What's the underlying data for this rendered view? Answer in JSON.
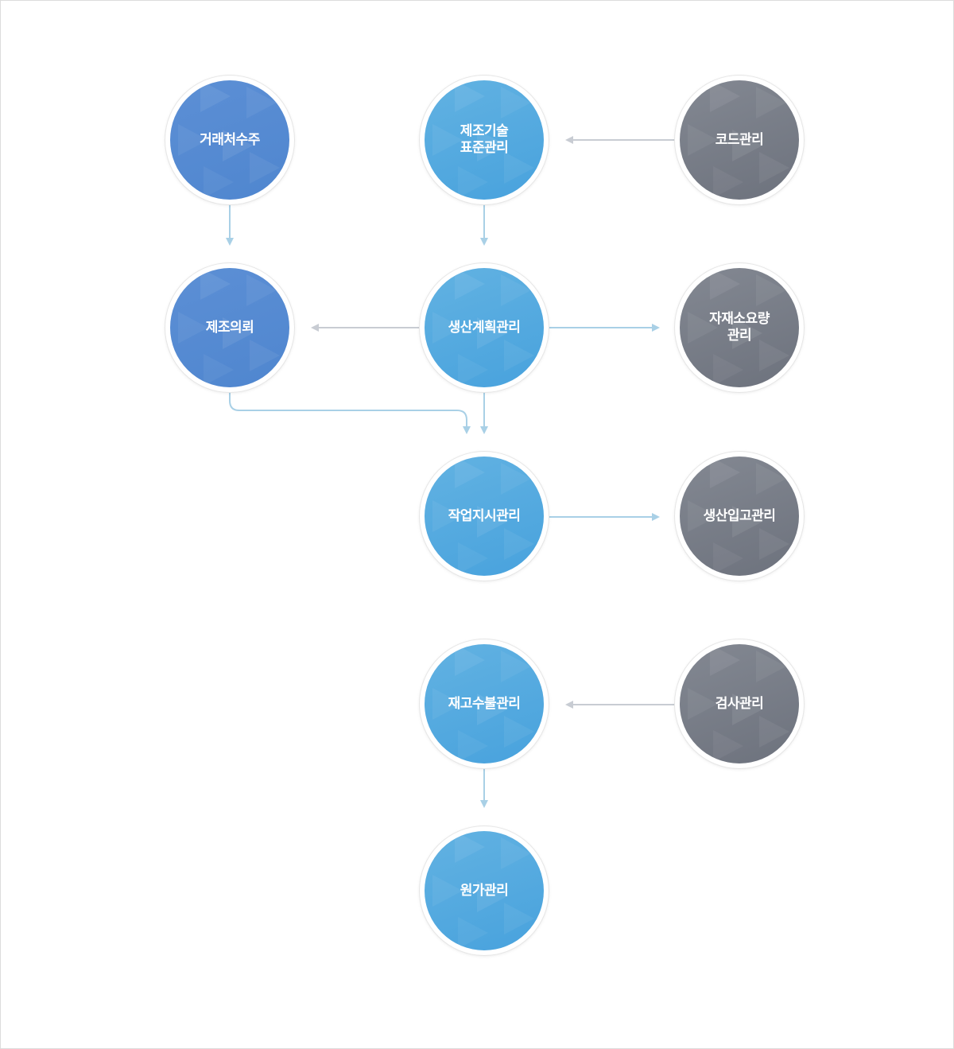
{
  "colors": {
    "dark_blue": "#5189d0",
    "light_blue": "#51a9df",
    "gray": "#777b86",
    "arrow_blue": "#a9d0e6",
    "arrow_gray": "#c8ccd3"
  },
  "nodes": {
    "customer_order": "거래처수주",
    "mfg_tech_standard": "제조기술\n표준관리",
    "code_mgmt": "코드관리",
    "mfg_request": "제조의뢰",
    "production_plan": "생산계획관리",
    "material_requirement": "자재소요량\n관리",
    "work_order": "작업지시관리",
    "production_receipt": "생산입고관리",
    "inventory": "재고수불관리",
    "inspection": "검사관리",
    "cost": "원가관리"
  }
}
